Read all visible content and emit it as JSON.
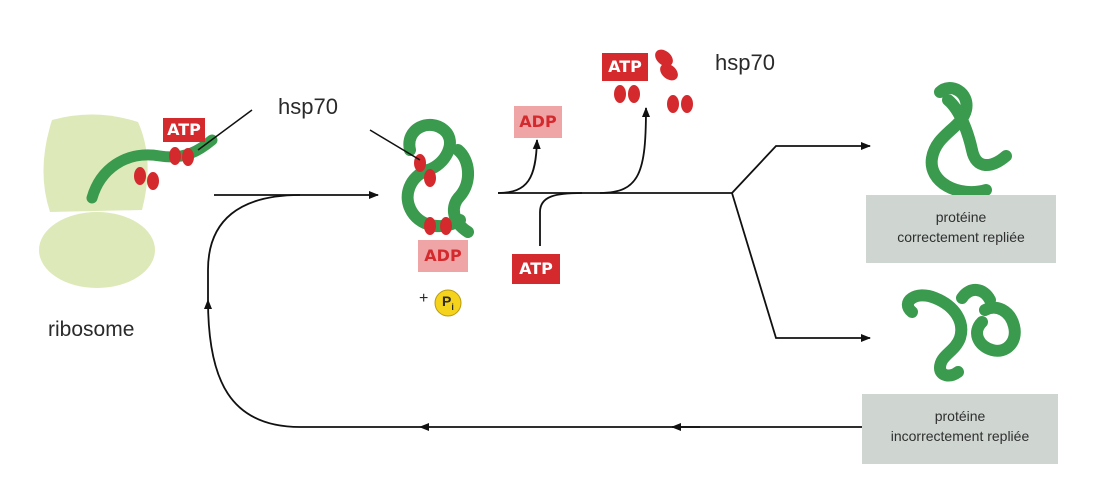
{
  "labels": {
    "ribosome": "ribosome",
    "hsp70_left": "hsp70",
    "hsp70_right": "hsp70"
  },
  "tags": {
    "atp_ribosome": "ATP",
    "atp_release": "ATP",
    "atp_input": "ATP",
    "adp_bound": "ADP",
    "adp_release": "ADP"
  },
  "phosphate": {
    "symbol": "P",
    "subscript": "i",
    "plus": "+"
  },
  "outcomes": {
    "correct_line1": "protéine",
    "correct_line2": "correctement repliée",
    "incorrect_line1": "protéine",
    "incorrect_line2": "incorrectement repliée"
  },
  "colors": {
    "protein_green": "#3a9a4e",
    "hsp70_red": "#d42a2e",
    "adp_pink": "#efa4a6",
    "ribosome_green": "#dde9b8",
    "phosphate_yellow": "#f5d21c",
    "box_gray": "#cfd6d2"
  }
}
